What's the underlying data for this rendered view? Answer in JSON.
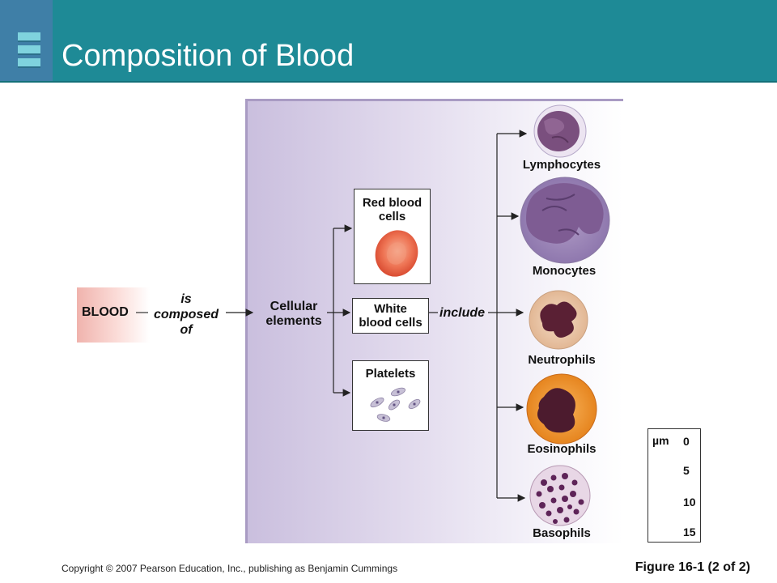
{
  "header": {
    "title": "Composition of Blood",
    "logo_icon": "stacked-bars-icon",
    "bg_color": "#1e8a96"
  },
  "diagram": {
    "blood_label": "BLOOD",
    "relation_1": [
      "is",
      "composed",
      "of"
    ],
    "cellular_elements": [
      "Cellular",
      "elements"
    ],
    "components": {
      "red_blood_cells": [
        "Red blood",
        "cells"
      ],
      "white_blood_cells": [
        "White",
        "blood cells"
      ],
      "platelets": "Platelets"
    },
    "relation_2": "include",
    "white_cell_types": [
      "Lymphocytes",
      "Monocytes",
      "Neutrophils",
      "Eosinophils",
      "Basophils"
    ]
  },
  "scale": {
    "unit": "µm",
    "ticks": [
      "0",
      "5",
      "10",
      "15"
    ]
  },
  "footer": {
    "copyright": "Copyright © 2007 Pearson Education, Inc., publishing as Benjamin Cummings",
    "figure_label": "Figure 16-1 (2 of 2)"
  }
}
